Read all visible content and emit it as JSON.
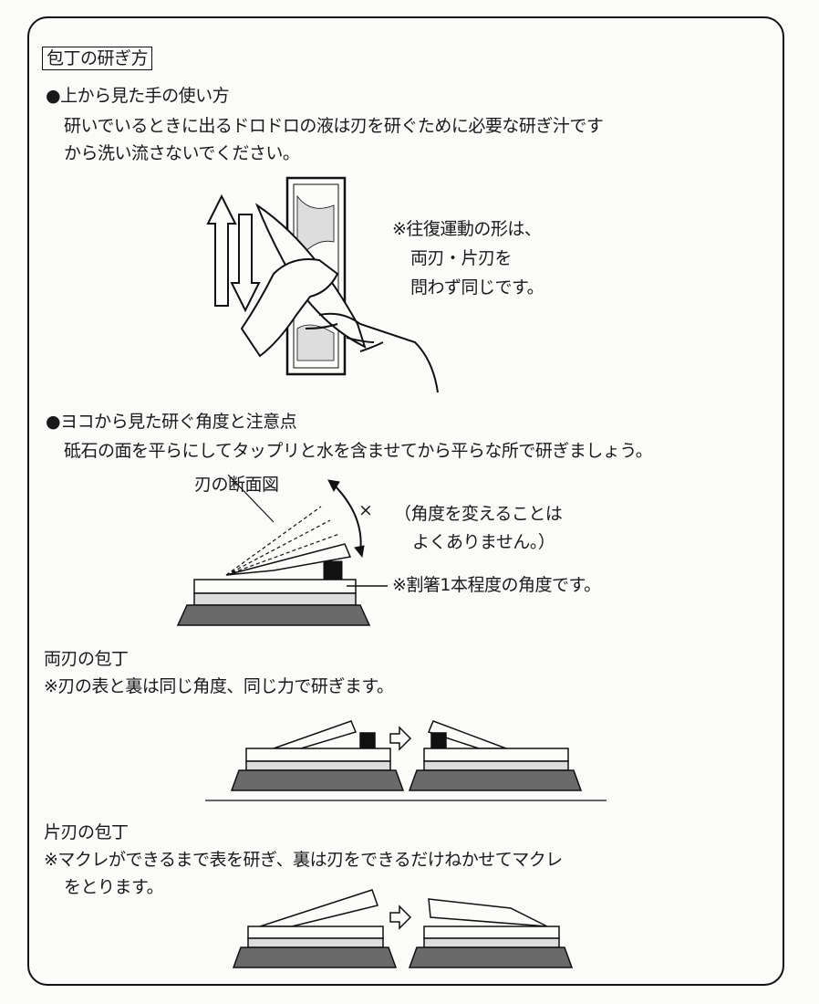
{
  "title": "包丁の研ぎ方",
  "section1": {
    "heading": "●上から見た手の使い方",
    "lines": [
      "研いでいるときに出るドロドロの液は刃を研ぐために必要な研ぎ汁です",
      "から洗い流さないでください。"
    ],
    "note": [
      "※往復運動の形は、",
      "両刃・片刃を",
      "問わず同じです。"
    ]
  },
  "section2": {
    "heading": "●ヨコから見た研ぐ角度と注意点",
    "line": "砥石の面を平らにしてタップリと水を含ませてから平らな所で研ぎましょう。",
    "diagram_label": "刃の断面図",
    "x_mark": "×",
    "warning": [
      "（角度を変えることは",
      "よくありません。）"
    ],
    "angle_note": "※割箸1本程度の角度です。"
  },
  "double_edge": {
    "heading": "両刃の包丁",
    "note": "※刃の表と裏は同じ角度、同じ力で研ぎます。"
  },
  "single_edge": {
    "heading": "片刃の包丁",
    "note": [
      "※マクレができるまで表を研ぎ、裏は刃をできるだけねかせてマクレ",
      "をとります。"
    ]
  }
}
